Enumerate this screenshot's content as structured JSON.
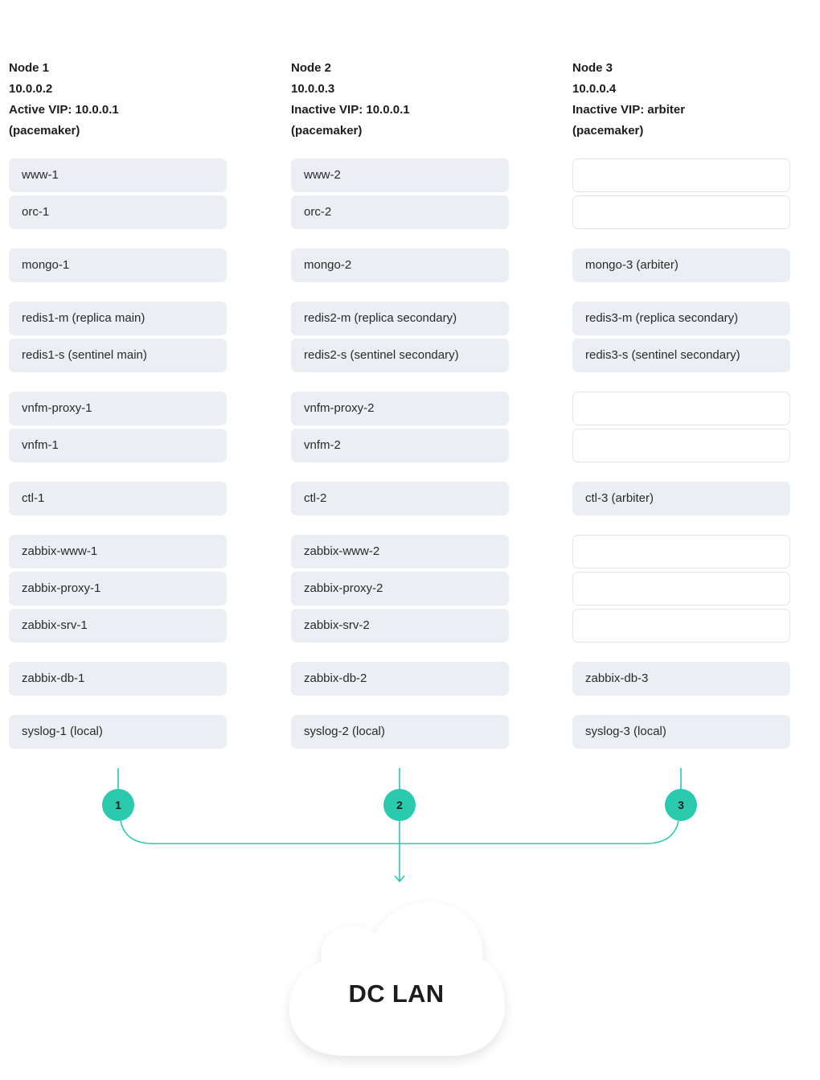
{
  "nodes": [
    {
      "header": [
        "Node 1",
        "10.0.0.2",
        "Active VIP: 10.0.0.1",
        "(pacemaker)"
      ],
      "cells": [
        "www-1",
        "orc-1",
        "mongo-1",
        "redis1-m (replica main)",
        "redis1-s (sentinel main)",
        "vnfm-proxy-1",
        "vnfm-1",
        "ctl-1",
        "zabbix-www-1",
        "zabbix-proxy-1",
        "zabbix-srv-1",
        "zabbix-db-1",
        "syslog-1 (local)"
      ],
      "badge": "1"
    },
    {
      "header": [
        "Node 2",
        "10.0.0.3",
        "Inactive VIP: 10.0.0.1",
        "(pacemaker)"
      ],
      "cells": [
        "www-2",
        "orc-2",
        "mongo-2",
        "redis2-m (replica secondary)",
        "redis2-s (sentinel secondary)",
        "vnfm-proxy-2",
        "vnfm-2",
        "ctl-2",
        "zabbix-www-2",
        "zabbix-proxy-2",
        "zabbix-srv-2",
        "zabbix-db-2",
        "syslog-2 (local)"
      ],
      "badge": "2"
    },
    {
      "header": [
        "Node 3",
        "10.0.0.4",
        "Inactive VIP: arbiter",
        "(pacemaker)"
      ],
      "cells": [
        "",
        "",
        "mongo-3 (arbiter)",
        "redis3-m (replica secondary)",
        "redis3-s (sentinel secondary)",
        "",
        "",
        "ctl-3 (arbiter)",
        "",
        "",
        "",
        "zabbix-db-3",
        "syslog-3 (local)"
      ],
      "badge": "3"
    }
  ],
  "network": {
    "label": "DC LAN"
  },
  "colors": {
    "accent": "#2bc9ad",
    "cell_bg": "#ebeef2",
    "empty_border": "#e2e6ea",
    "text": "#1d1d1b"
  }
}
